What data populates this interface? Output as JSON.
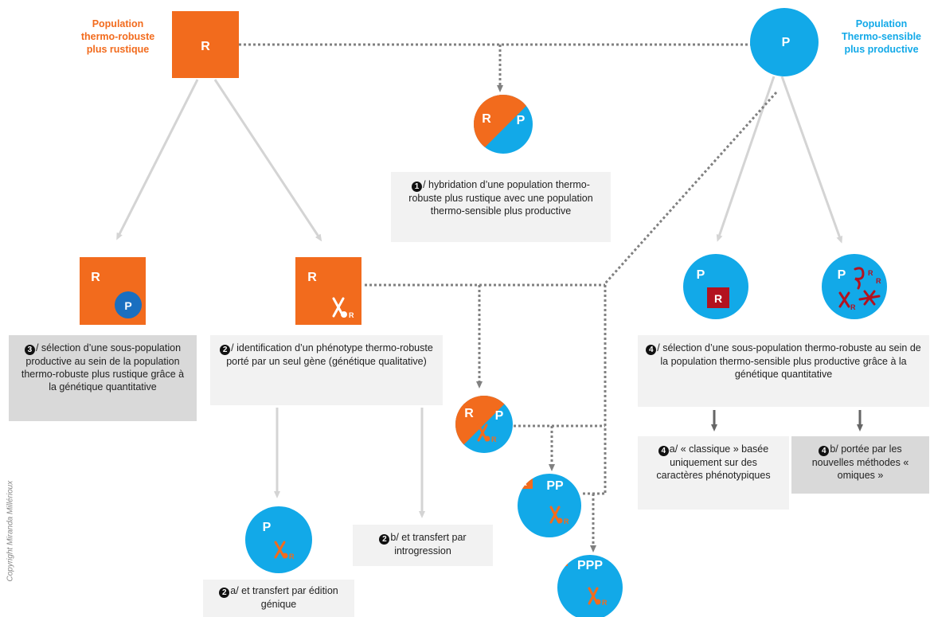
{
  "colors": {
    "orange": "#f26b1d",
    "blue": "#12a9e8",
    "dark_red": "#b3121f",
    "navy": "#1a6fc0",
    "arrow_gray": "#d4d4d4",
    "dotted_gray": "#808080"
  },
  "labels": {
    "population_left": "Population\nthermo-robuste\nplus rustique",
    "population_right": "Population\nThermo-sensible\nplus productive",
    "R": "R",
    "P": "P",
    "PP": "PP",
    "PPP": "PPP",
    "chrom_R": "R"
  },
  "steps": {
    "s1": {
      "num": "1",
      "text": "/ hybridation d’une population thermo-robuste plus rustique avec une population thermo-sensible plus productive"
    },
    "s2": {
      "num": "2",
      "text": "/ identification d’un phénotype thermo-robuste porté par un seul gène (génétique qualitative)"
    },
    "s2a": {
      "num": "2",
      "text": "a/ et transfert par édition génique"
    },
    "s2b": {
      "num": "2",
      "text": "b/ et transfert par introgression"
    },
    "s3": {
      "num": "3",
      "text": "/ sélection d’une sous-population productive au sein de la population thermo-robuste plus rustique grâce à la génétique quantitative"
    },
    "s4": {
      "num": "4",
      "text": "/ sélection d’une sous-population thermo-robuste au sein de la population thermo-sensible plus productive grâce à la génétique quantitative"
    },
    "s4a": {
      "num": "4",
      "text": "a/ « classique » basée uniquement sur des caractères phénotypiques"
    },
    "s4b": {
      "num": "4",
      "text": "b/ portée par les nouvelles méthodes « omiques »"
    }
  },
  "copyright": "Copyright Miranda Millérioux"
}
